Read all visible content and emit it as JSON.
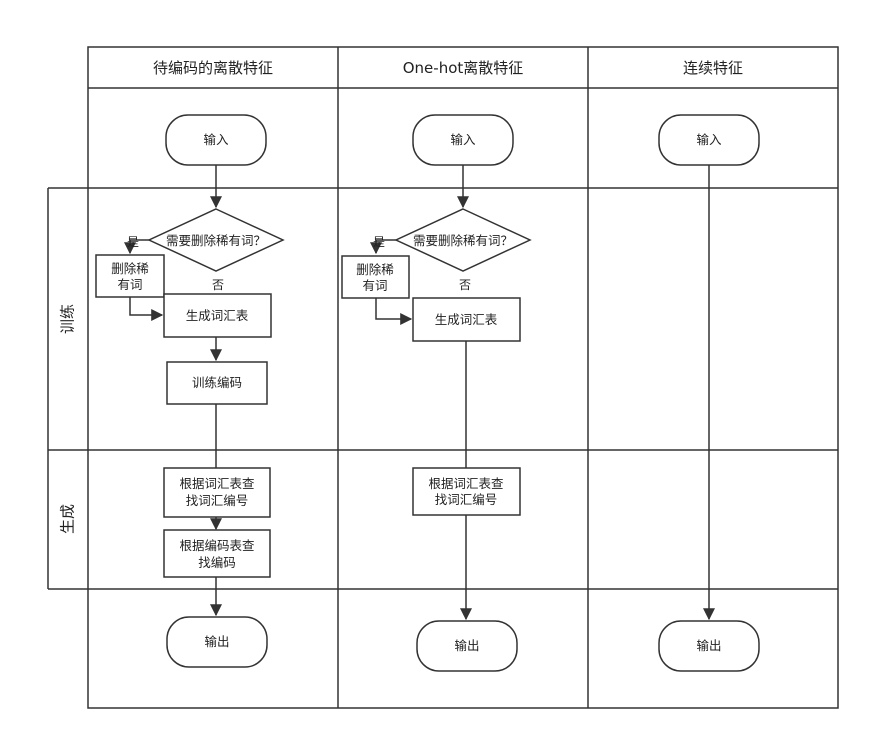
{
  "columns": {
    "col1": "待编码的离散特征",
    "col2": "One-hot离散特征",
    "col3": "连续特征"
  },
  "rows": {
    "train": "训练",
    "generate": "生成"
  },
  "col1": {
    "input": "输入",
    "decision": "需要删除稀有词？",
    "yes": "是",
    "no": "否",
    "remove_line1": "删除稀",
    "remove_line2": "有词",
    "vocab": "生成词汇表",
    "train_encode": "训练编码",
    "lookup_vocab_line1": "根据词汇表查",
    "lookup_vocab_line2": "找词汇编号",
    "lookup_code_line1": "根据编码表查",
    "lookup_code_line2": "找编码",
    "output": "输出"
  },
  "col2": {
    "input": "输入",
    "decision": "需要删除稀有词？",
    "yes": "是",
    "no": "否",
    "remove_line1": "删除稀",
    "remove_line2": "有词",
    "vocab": "生成词汇表",
    "lookup_vocab_line1": "根据词汇表查",
    "lookup_vocab_line2": "找词汇编号",
    "output": "输出"
  },
  "col3": {
    "input": "输入",
    "output": "输出"
  }
}
